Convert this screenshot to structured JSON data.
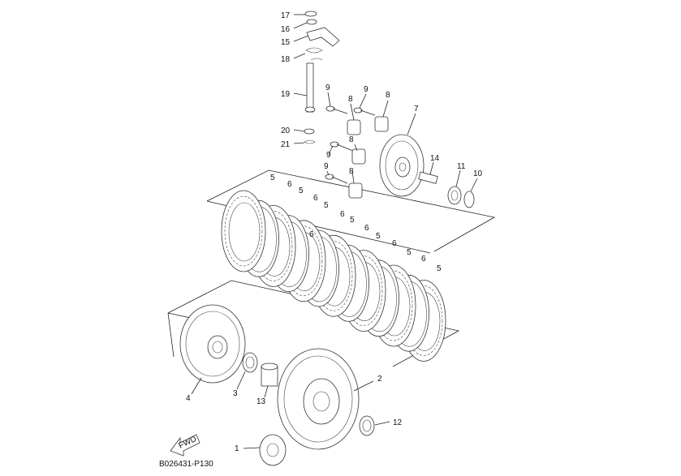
{
  "diagram_code": "B026431-P130",
  "fwd_label": "FWD",
  "callouts": {
    "c1": "1",
    "c2": "2",
    "c3": "3",
    "c4": "4",
    "c5a": "5",
    "c5b": "5",
    "c5c": "5",
    "c5d": "5",
    "c5e": "5",
    "c5f": "5",
    "c5g": "5",
    "c6a": "6",
    "c6b": "6",
    "c6c": "6",
    "c6d": "6",
    "c6e": "6",
    "c6f": "6",
    "c6g": "6",
    "c7": "7",
    "c8a": "8",
    "c8b": "8",
    "c8c": "8",
    "c8d": "8",
    "c9a": "9",
    "c9b": "9",
    "c9c": "9",
    "c9d": "9",
    "c10": "10",
    "c11": "11",
    "c12": "12",
    "c13": "13",
    "c14": "14",
    "c15": "15",
    "c16": "16",
    "c17": "17",
    "c18": "18",
    "c19": "19",
    "c20": "20",
    "c21": "21"
  }
}
